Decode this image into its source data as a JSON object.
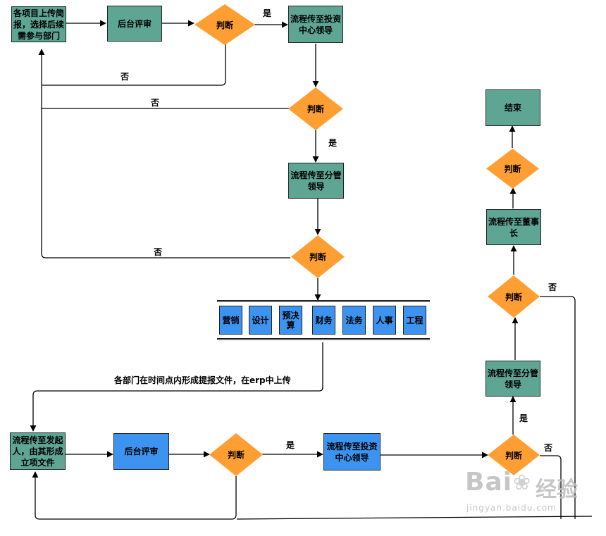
{
  "nodes": {
    "upload_brief": "各项目上传简报，选择后续需参与部门",
    "backend_review_top": "后台评审",
    "invest_center_top": "流程传至投资中心领导",
    "branch_leader_top": "流程传至分管领导",
    "initiator": "流程传至发起人，由其形成立项文件",
    "backend_review_bottom": "后台评审",
    "invest_center_bottom": "流程传至投资中心领导",
    "branch_leader_right": "流程传至分管领导",
    "chairman": "流程传至董事长",
    "end": "结束"
  },
  "decisions": {
    "d1": "判断",
    "d2": "判断",
    "d3": "判断",
    "d4": "判断",
    "d5": "判断",
    "d6": "判断",
    "d7": "判断"
  },
  "edge_labels": {
    "yes_1": "是",
    "no_1": "否",
    "no_2": "否",
    "yes_2": "是",
    "no_3": "否",
    "upload_note": "各部门在时间点内形成提报文件，在erp中上传",
    "yes_3": "是",
    "no_4": "否",
    "yes_4": "是",
    "no_5": "否"
  },
  "departments": [
    "营销",
    "设计",
    "预决算",
    "财务",
    "法务",
    "人事",
    "工程"
  ],
  "watermark": {
    "brand": "Bai",
    "suffix": "经验",
    "url": "jingyan.baidu.com"
  },
  "colors": {
    "process_green": "#5ea594",
    "process_blue": "#3d94f0",
    "decision_orange": "#ff9f33",
    "line": "#000000"
  }
}
